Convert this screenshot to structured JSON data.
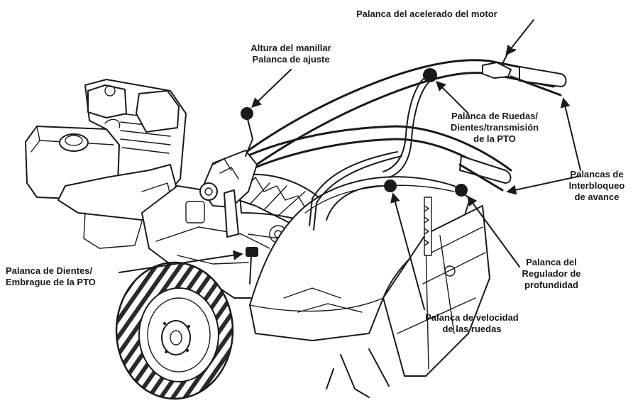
{
  "labels": {
    "throttle": "Palanca del acelerado del motor",
    "handlebar_height": [
      "Altura del manillar",
      "Palanca de ajuste"
    ],
    "wheels_tines_pto": [
      "Palanca de Ruedas/",
      "Dientes/transmisión",
      "de la PTO"
    ],
    "forward_interlock": [
      "Palancas de",
      "Interbloqueo",
      "de avance"
    ],
    "tines_pto_clutch": [
      "Palanca de Dientes/",
      "Embrague de la PTO"
    ],
    "depth_regulator": [
      "Palanca del",
      "Regulador de",
      "profundidad"
    ],
    "wheel_speed": [
      "Palanca de velocidad",
      "de las ruedas"
    ]
  }
}
